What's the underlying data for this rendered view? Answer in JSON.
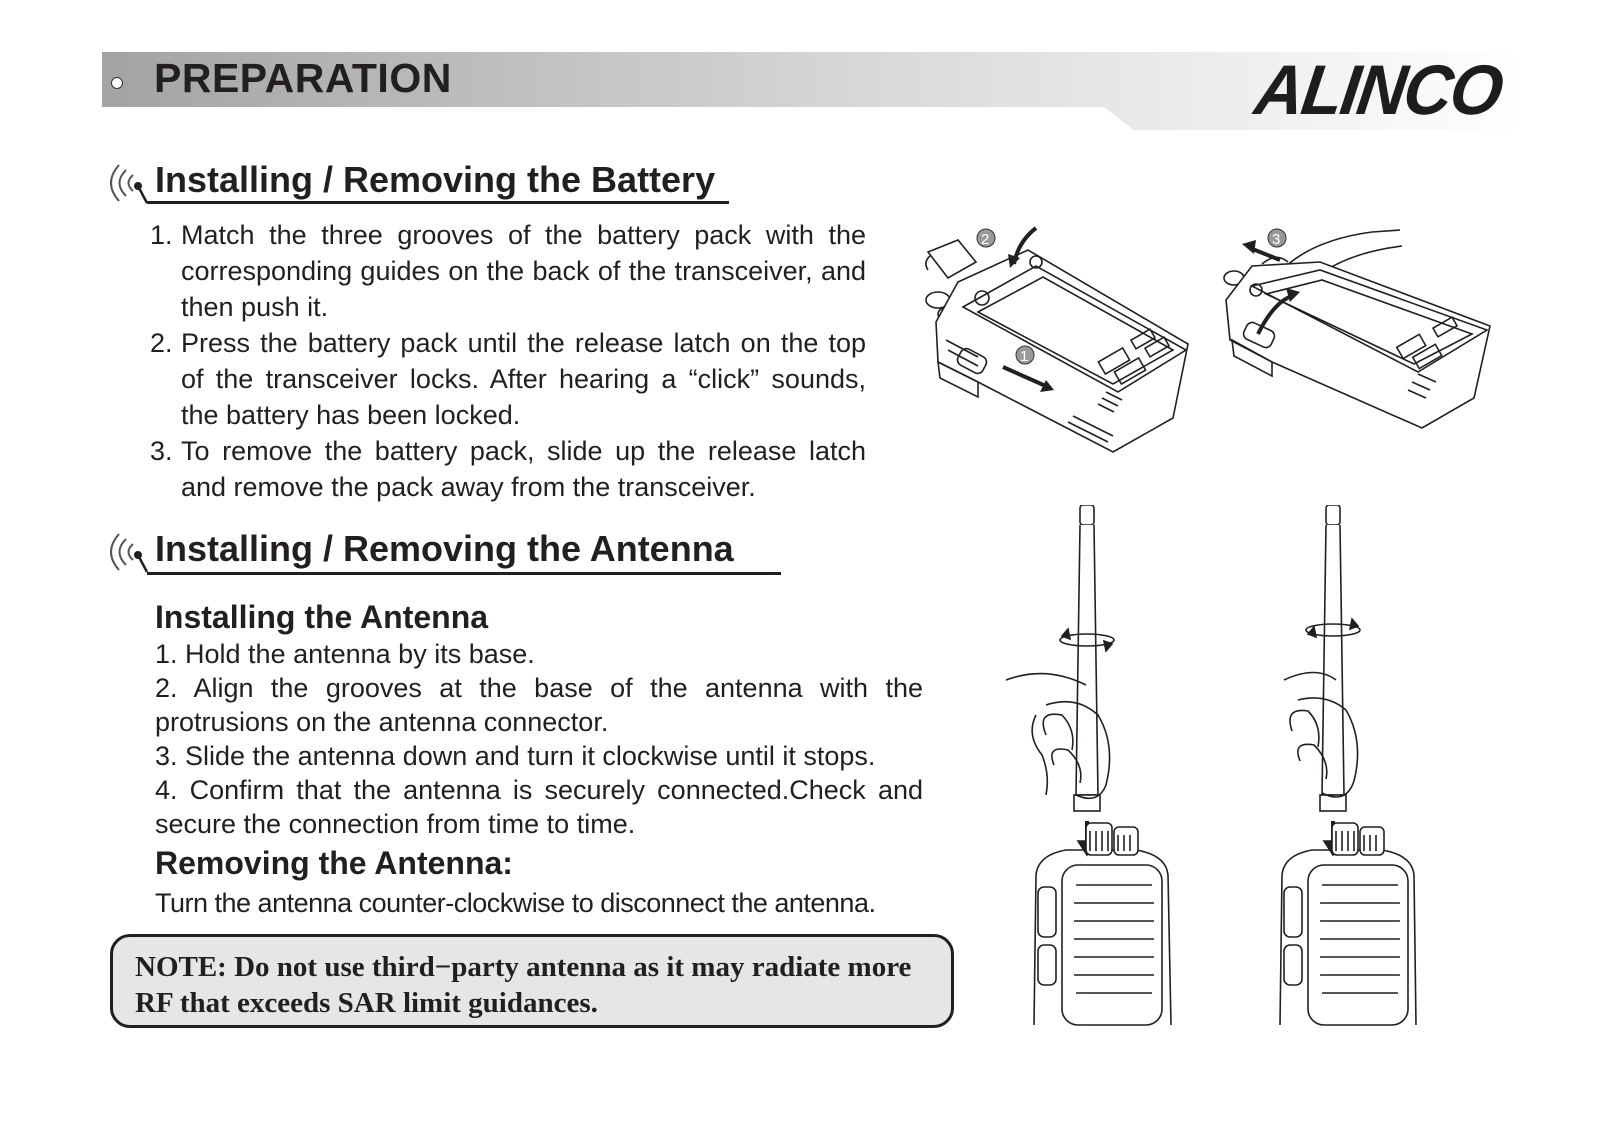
{
  "header": {
    "title": "PREPARATION",
    "brand": "ALINCO"
  },
  "battery_section": {
    "heading": "Installing / Removing the Battery",
    "steps": [
      {
        "num": "1.",
        "text": "Match the three grooves of the battery pack with the corresponding guides on the back of the transceiver, and then push it."
      },
      {
        "num": "2.",
        "text": "Press the battery pack until the release latch on the top of the transceiver locks. After hearing a “click” sounds, the battery has been locked."
      },
      {
        "num": "3.",
        "text": "To remove the battery pack, slide up the release latch and remove the pack away from the transceiver."
      }
    ],
    "figure_labels": [
      "1",
      "2",
      "3"
    ]
  },
  "antenna_section": {
    "heading": "Installing / Removing the Antenna",
    "install_heading": "Installing the Antenna",
    "install_steps": [
      "1. Hold the antenna by its base.",
      "2. Align the grooves at the base of the antenna with the protrusions on the antenna connector.",
      "3. Slide the antenna down and turn it clockwise until it  stops.",
      "4. Confirm that the antenna is securely connected.Check and secure the connection from time to time."
    ],
    "remove_heading": "Removing the Antenna:",
    "remove_text": "Turn the antenna counter-clockwise to disconnect the antenna."
  },
  "note": {
    "text": "NOTE: Do not use third−party antenna as it may radiate more RF that exceeds SAR limit guidances."
  },
  "colors": {
    "text": "#231f20",
    "header_gradient_start": "#a7a7a7",
    "header_gradient_end": "#ffffff",
    "note_background": "#e6e6e6"
  },
  "icons": [
    "radio-wave-icon",
    "battery-install-illustration",
    "battery-remove-illustration",
    "antenna-install-illustration"
  ]
}
